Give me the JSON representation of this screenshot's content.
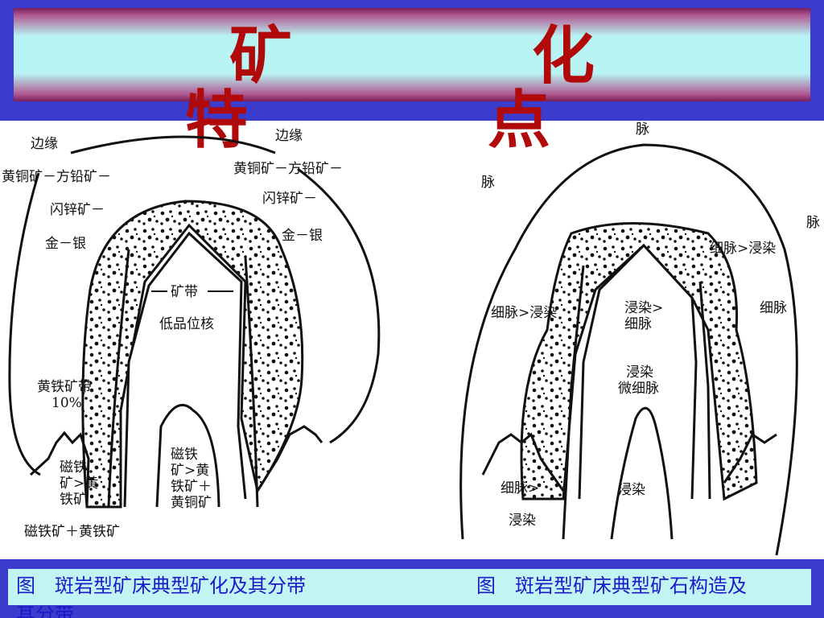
{
  "title": "矿　化　特　点",
  "left_diagram": {
    "edge_left": "边缘",
    "edge_right": "边缘",
    "outer_left": "黄铜矿－方铅矿－",
    "outer_right": "黄铜矿－方铅矿－",
    "zinc_left": "闪锌矿－",
    "zinc_right": "闪锌矿－",
    "gold_left": "金－银",
    "gold_right": "金－银",
    "ore_zone": "矿带",
    "low_core": "低品位核",
    "pyrite_zone_1": "黄铁矿带",
    "pyrite_zone_2": "10%",
    "mag_left_1": "磁铁",
    "mag_left_2": "矿>黄",
    "mag_left_3": "铁矿",
    "mag_center_1": "磁铁",
    "mag_center_2": "矿>黄",
    "mag_center_3": "铁矿＋",
    "mag_center_4": "黄铜矿",
    "bottom": "磁铁矿＋黄铁矿"
  },
  "right_diagram": {
    "vein_top": "脉",
    "vein_left": "脉",
    "vein_right": "脉",
    "vein_gt_diss_left": "细脉>浸染",
    "vein_gt_diss_right": "细脉>浸染",
    "fine_vein": "细脉",
    "diss_gt_vein_1": "浸染>",
    "diss_gt_vein_2": "细脉",
    "diss_micro_1": "浸染",
    "diss_micro_2": "微细脉",
    "diss_center": "浸染",
    "vein_gt_1": "细脉>",
    "diss_bottom": "浸染"
  },
  "caption": {
    "left": "图　斑岩型矿床典型矿化及其分带",
    "right": "图　斑岩型矿床典型矿石构造及",
    "spill": "其分带"
  }
}
